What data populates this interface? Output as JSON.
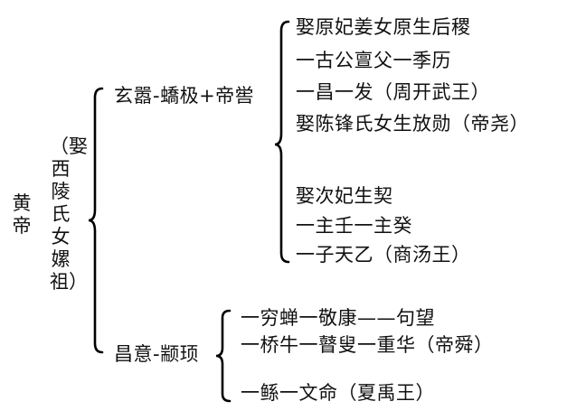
{
  "root": {
    "name": "黄帝",
    "spouse": "（娶西陵氏女嫘祖）"
  },
  "branches": [
    {
      "name": "玄嚣-蟜极+帝喾",
      "lines": [
        "娶原妃姜女原生后稷",
        "一古公亶父一季历",
        "一昌一发（周开武王）",
        "娶陈锋氏女生放勋（帝尧）",
        "娶次妃生契",
        "一主壬一主癸",
        "一子天乙（商汤王）"
      ]
    },
    {
      "name": "昌意-颛顼",
      "lines": [
        "一穷蝉一敬康——句望",
        "一桥牛一瞽叟一重华（帝舜）",
        "一鲧一文命（夏禹王）"
      ]
    }
  ]
}
